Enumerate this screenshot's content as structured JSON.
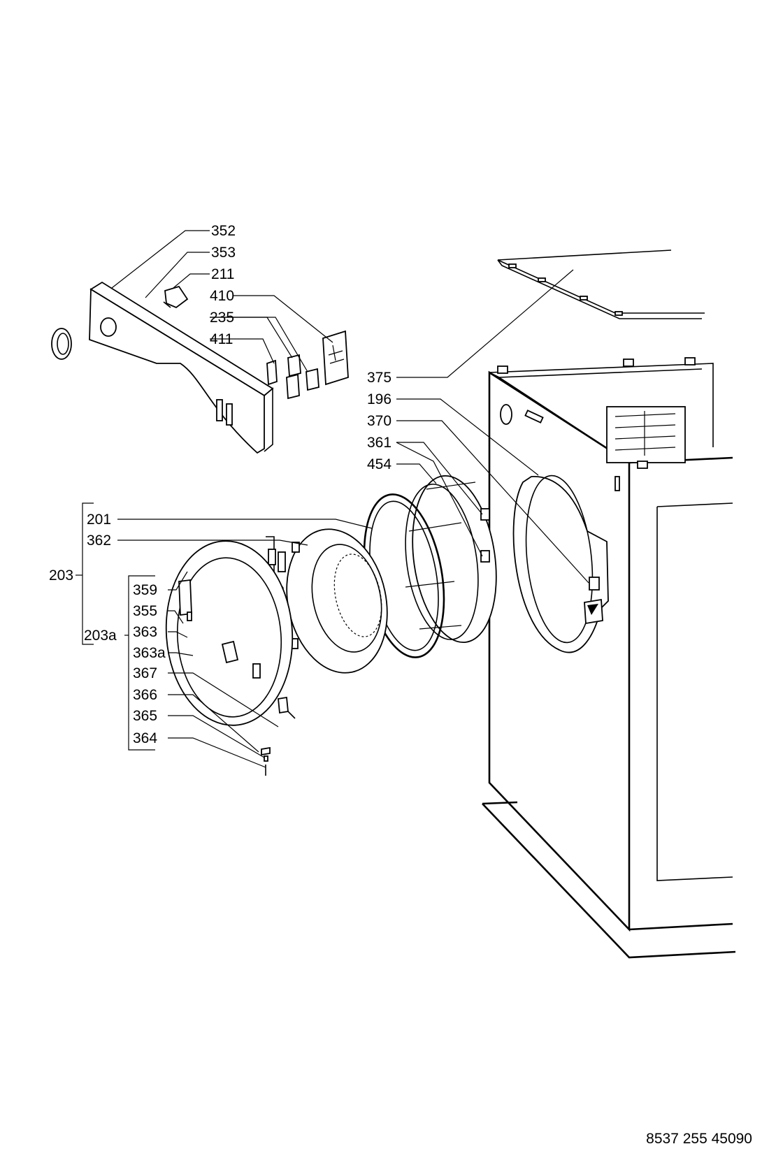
{
  "diagram": {
    "callouts": {
      "c352": "352",
      "c353": "353",
      "c211": "211",
      "c410": "410",
      "c235": "235",
      "c411": "411",
      "c375": "375",
      "c196": "196",
      "c370": "370",
      "c361": "361",
      "c454": "454",
      "c201": "201",
      "c362": "362",
      "c203": "203",
      "c359": "359",
      "c355": "355",
      "c363": "363",
      "c203a": "203a",
      "c363a": "363a",
      "c367": "367",
      "c366": "366",
      "c365": "365",
      "c364": "364"
    },
    "document_number": "8537 255 45090"
  }
}
